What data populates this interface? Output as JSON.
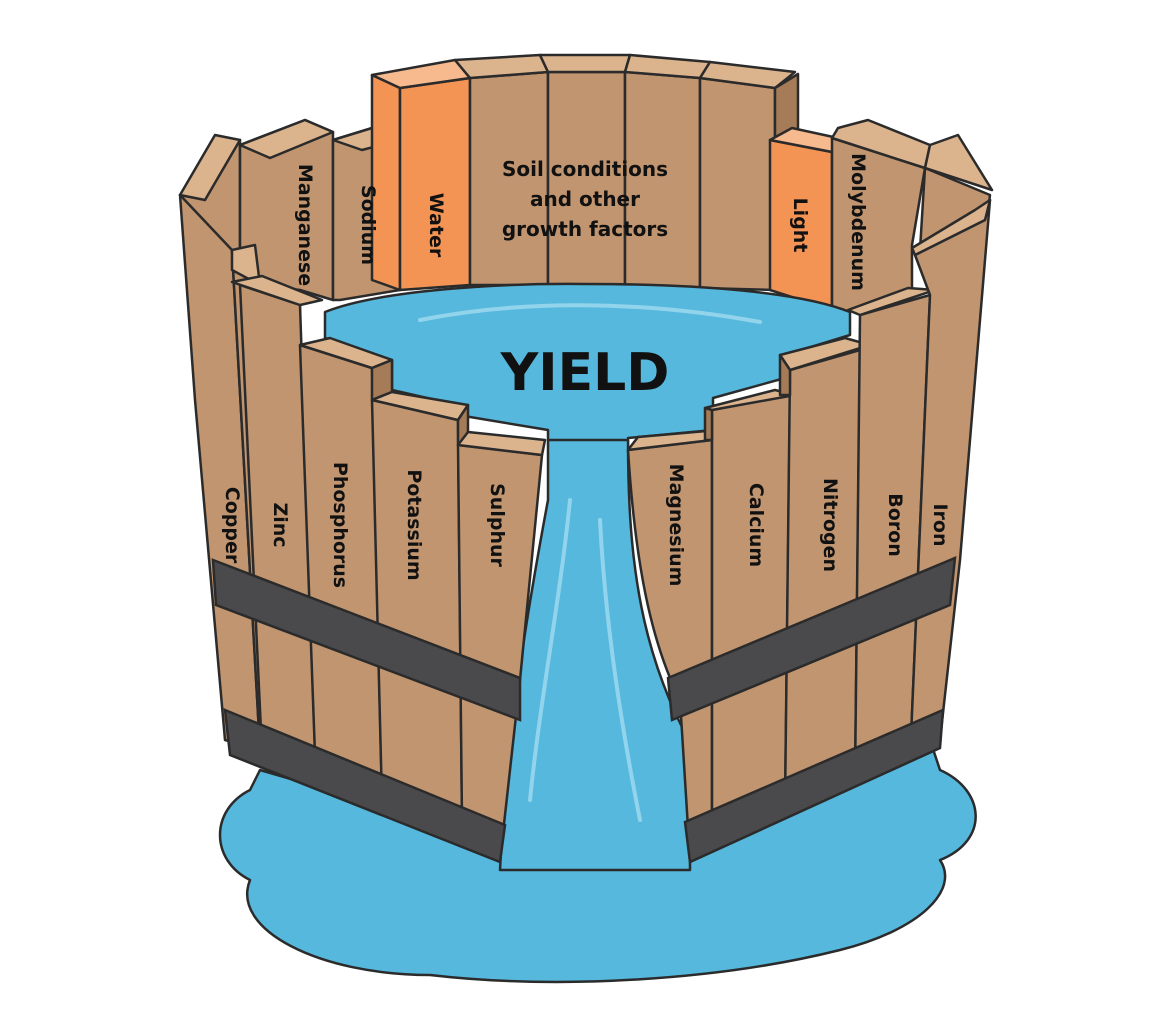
{
  "title": "YIELD",
  "center_label": [
    "Soil conditions",
    "and other",
    "growth factors"
  ],
  "back_staves": {
    "manganese": "Manganese",
    "sodium": "Sodium",
    "water": "Water",
    "light": "Light",
    "molybdenum": "Molybdenum"
  },
  "front_left_staves": {
    "copper": "Copper",
    "zinc": "Zinc",
    "phosphorus": "Phosphorus",
    "potassium": "Potassium",
    "sulphur": "Sulphur"
  },
  "front_right_staves": {
    "magnesium": "Magnesium",
    "calcium": "Calcium",
    "nitrogen": "Nitrogen",
    "boron": "Boron",
    "iron": "Iron"
  },
  "colors": {
    "wood": "#c09570",
    "highlight": "#f39354",
    "water": "#55b8dc",
    "band": "#4a4a4c"
  }
}
